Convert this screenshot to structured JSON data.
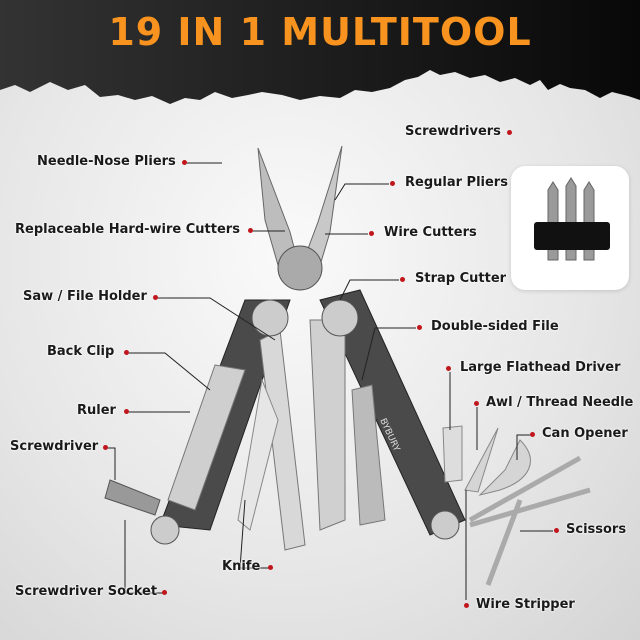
{
  "title": "19 IN 1 MULTITOOL",
  "brand": "BYBURY",
  "colors": {
    "title": "#f7931e",
    "header": "#1e1e1e",
    "dot": "#c0161c"
  },
  "labels": {
    "screwdrivers": "Screwdrivers",
    "needle_nose_pliers": "Needle-Nose Pliers",
    "regular_pliers": "Regular Pliers",
    "hard_wire_cutters": "Replaceable Hard-wire Cutters",
    "wire_cutters": "Wire Cutters",
    "strap_cutter": "Strap Cutter",
    "saw_file_holder": "Saw / File Holder",
    "double_sided_file": "Double-sided File",
    "back_clip": "Back Clip",
    "large_flathead_driver": "Large Flathead Driver",
    "awl_thread_needle": "Awl / Thread Needle",
    "ruler": "Ruler",
    "can_opener": "Can Opener",
    "screwdriver": "Screwdriver",
    "scissors": "Scissors",
    "knife": "Knife",
    "screwdriver_socket": "Screwdriver Socket",
    "wire_stripper": "Wire Stripper"
  }
}
